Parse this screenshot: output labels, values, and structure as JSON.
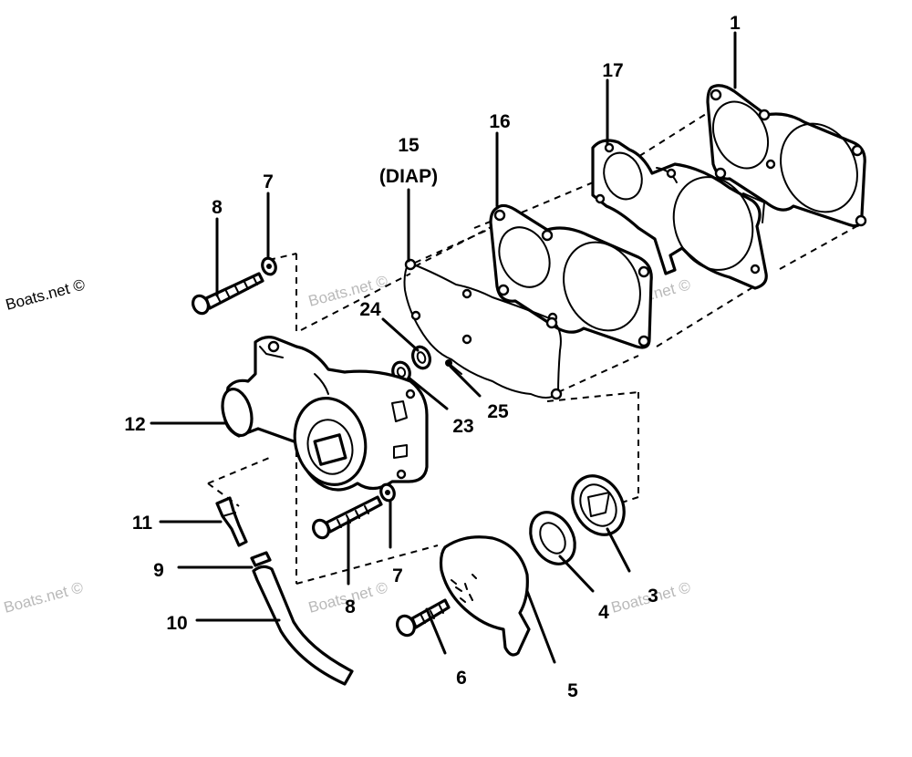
{
  "watermark": "Boats.net ©",
  "part_labels": [
    {
      "id": "1",
      "text": "1"
    },
    {
      "id": "17",
      "text": "17"
    },
    {
      "id": "16",
      "text": "16"
    },
    {
      "id": "15",
      "text": "15"
    },
    {
      "id": "15-note",
      "text": "(DIAP)"
    },
    {
      "id": "8-top",
      "text": "8"
    },
    {
      "id": "7-top",
      "text": "7"
    },
    {
      "id": "24",
      "text": "24"
    },
    {
      "id": "12",
      "text": "12"
    },
    {
      "id": "23",
      "text": "23"
    },
    {
      "id": "25",
      "text": "25"
    },
    {
      "id": "11",
      "text": "11"
    },
    {
      "id": "9",
      "text": "9"
    },
    {
      "id": "10",
      "text": "10"
    },
    {
      "id": "8-bottom",
      "text": "8"
    },
    {
      "id": "7-bottom",
      "text": "7"
    },
    {
      "id": "6",
      "text": "6"
    },
    {
      "id": "5",
      "text": "5"
    },
    {
      "id": "4",
      "text": "4"
    },
    {
      "id": "3",
      "text": "3"
    }
  ]
}
